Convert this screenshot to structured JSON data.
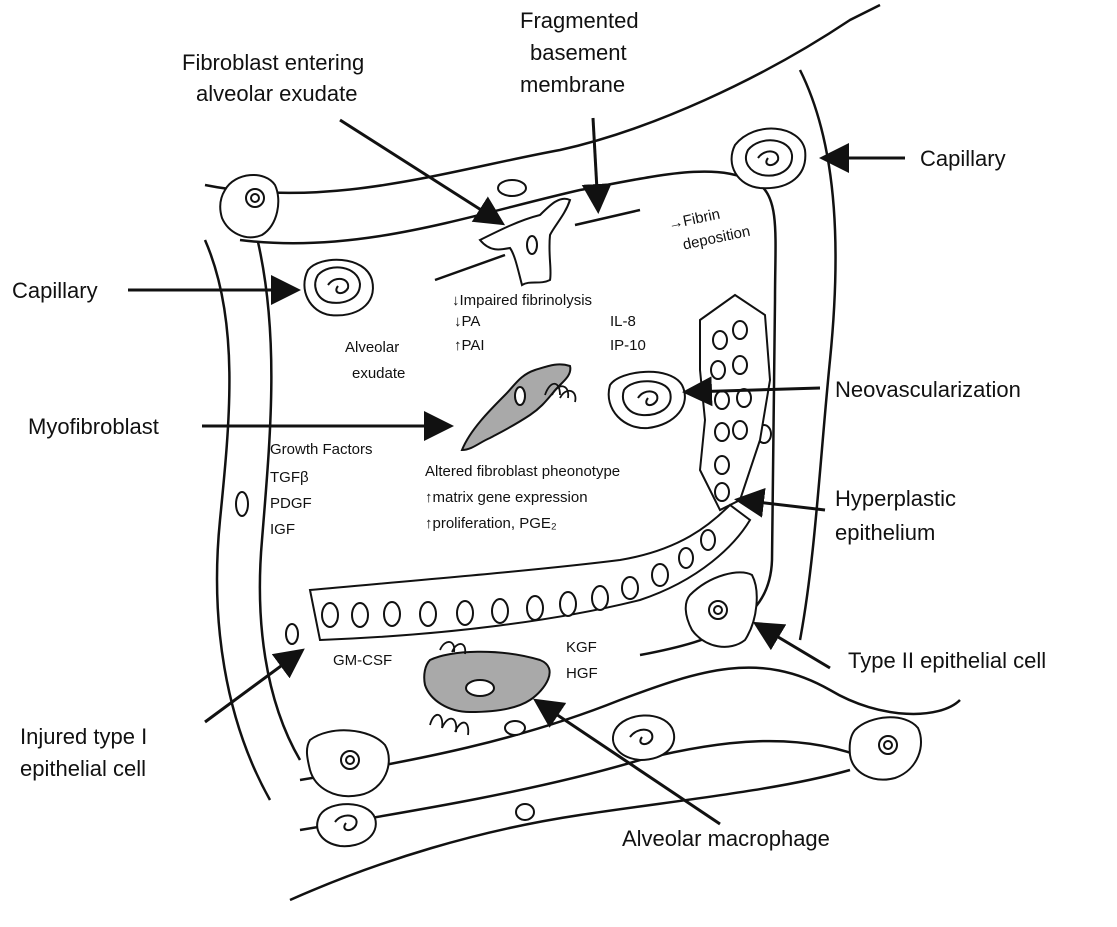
{
  "labels": {
    "fibroblast_entering": [
      "Fibroblast entering",
      "alveolar exudate"
    ],
    "fragmented_bm": [
      "Fragmented",
      "basement",
      "membrane"
    ],
    "capillary_top": "Capillary",
    "capillary_left": "Capillary",
    "fibrin": [
      "→Fibrin",
      "deposition"
    ],
    "impaired": "↓Impaired fibrinolysis",
    "pa": "↓PA",
    "pai": "↑PAI",
    "il8": "IL-8",
    "ip10": "IP-10",
    "alveolar_exudate": [
      "Alveolar",
      "exudate"
    ],
    "neovascularization": "Neovascularization",
    "myofibroblast": "Myofibroblast",
    "growth_factors": [
      "Growth Factors",
      "TGFβ",
      "PDGF",
      "IGF"
    ],
    "altered": [
      "Altered fibroblast pheonotype",
      "↑matrix gene expression",
      "↑proliferation,  PGE₂"
    ],
    "hyperplastic": [
      "Hyperplastic",
      "epithelium"
    ],
    "kgf": "KGF",
    "hgf": "HGF",
    "gmcsf": "GM-CSF",
    "type2": "Type II epithelial cell",
    "injured": [
      "Injured type I",
      "epithelial cell"
    ],
    "macrophage": "Alveolar macrophage"
  }
}
